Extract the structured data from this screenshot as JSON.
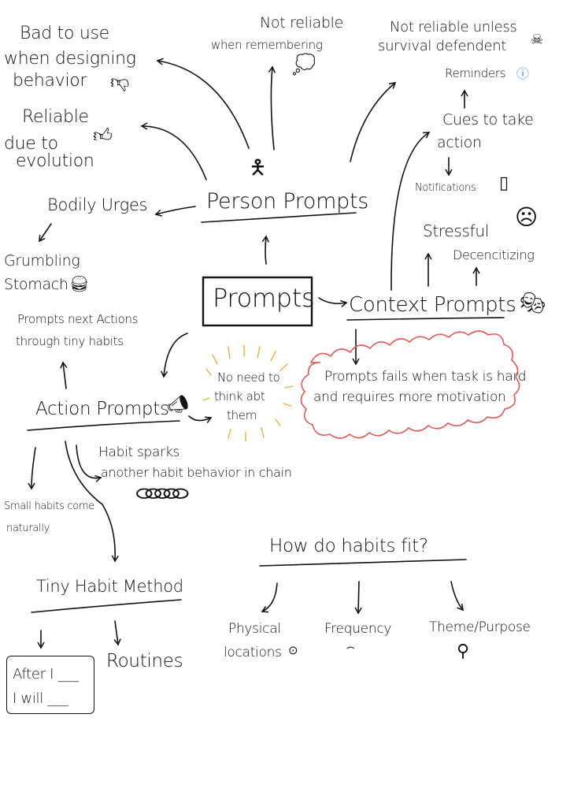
{
  "title": "Prompts",
  "colors": {
    "ink": "#111111",
    "cloud": "#e05a5a",
    "burst": "#e8b04a",
    "info": "#3a8ee6"
  },
  "person": {
    "label": "Person Prompts",
    "bad": [
      "Bad to use",
      "when designing",
      "behavior"
    ],
    "reliable": [
      "Reliable",
      "due to",
      "evolution"
    ],
    "not_reliable": [
      "Not reliable",
      "when remembering"
    ],
    "bodily": "Bodily Urges",
    "stomach": [
      "Grumbling",
      "Stomach"
    ]
  },
  "context": {
    "label": "Context Prompts",
    "survival": [
      "Not reliable unless",
      "survival defendent"
    ],
    "reminders": "Reminders",
    "cues": [
      "Cues to take",
      "action"
    ],
    "notifications": "Notifications",
    "stressful": "Stressful",
    "desensitizing": "Decencitizing",
    "fails": [
      "Prompts fails when task is hard",
      "and requires more motivation"
    ]
  },
  "action": {
    "label": "Action Prompts",
    "next": [
      "Prompts next Actions",
      "through tiny habits"
    ],
    "no_need": [
      "No need to",
      "think abt",
      "them"
    ],
    "sparks": [
      "Habit sparks",
      "another habit behavior in chain"
    ],
    "small": [
      "Small habits come",
      "naturally"
    ]
  },
  "method": {
    "label": "Tiny Habit Method",
    "routines": "Routines",
    "after": "After I ___",
    "will": "I will ___"
  },
  "fit": {
    "label": "How do habits fit?",
    "physical": [
      "Physical",
      "locations"
    ],
    "frequency": "Frequency",
    "theme": "Theme/Purpose"
  }
}
